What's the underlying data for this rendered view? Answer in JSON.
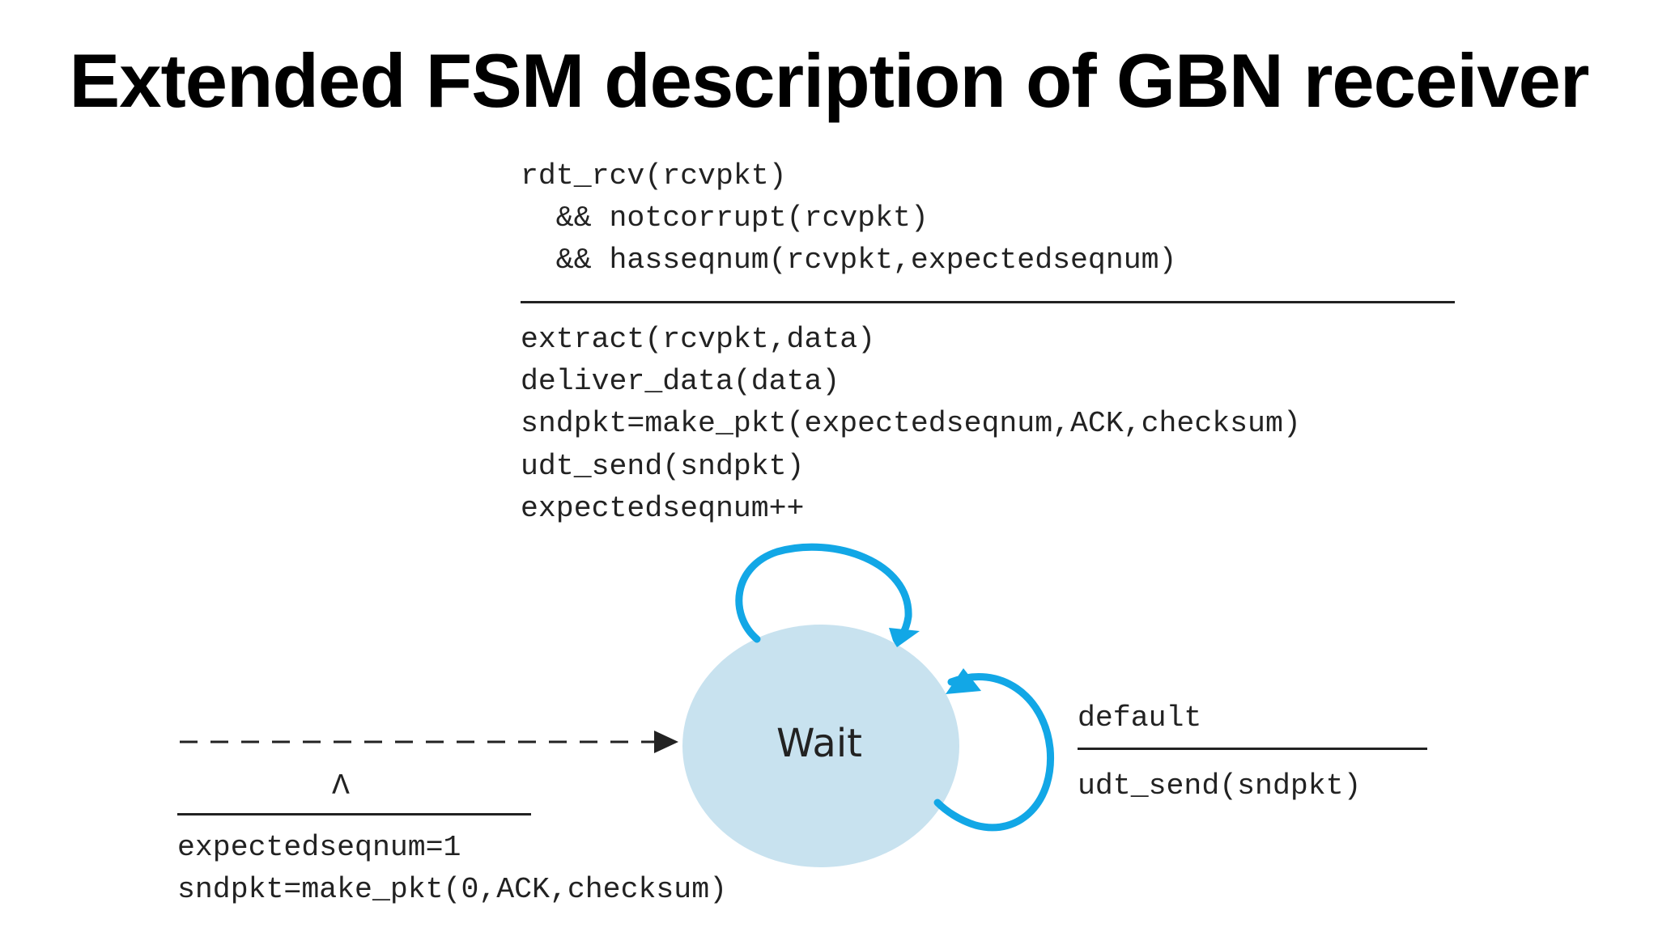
{
  "title": "Extended FSM description of GBN receiver",
  "state": {
    "label": "Wait"
  },
  "top_transition": {
    "condition": [
      "rdt_rcv(rcvpkt)",
      "  && notcorrupt(rcvpkt)",
      "  && hasseqnum(rcvpkt,expectedseqnum)"
    ],
    "actions": [
      "extract(rcvpkt,data)",
      "deliver_data(data)",
      "sndpkt=make_pkt(expectedseqnum,ACK,checksum)",
      "udt_send(sndpkt)",
      "expectedseqnum++"
    ]
  },
  "right_transition": {
    "condition": "default",
    "action": "udt_send(sndpkt)"
  },
  "initial_transition": {
    "condition": "Λ",
    "actions": [
      "expectedseqnum=1",
      "sndpkt=make_pkt(0,ACK,checksum)"
    ]
  },
  "colors": {
    "state_fill": "#c8e2ef",
    "loop_arrow": "#12a7e6",
    "text": "#222222"
  }
}
